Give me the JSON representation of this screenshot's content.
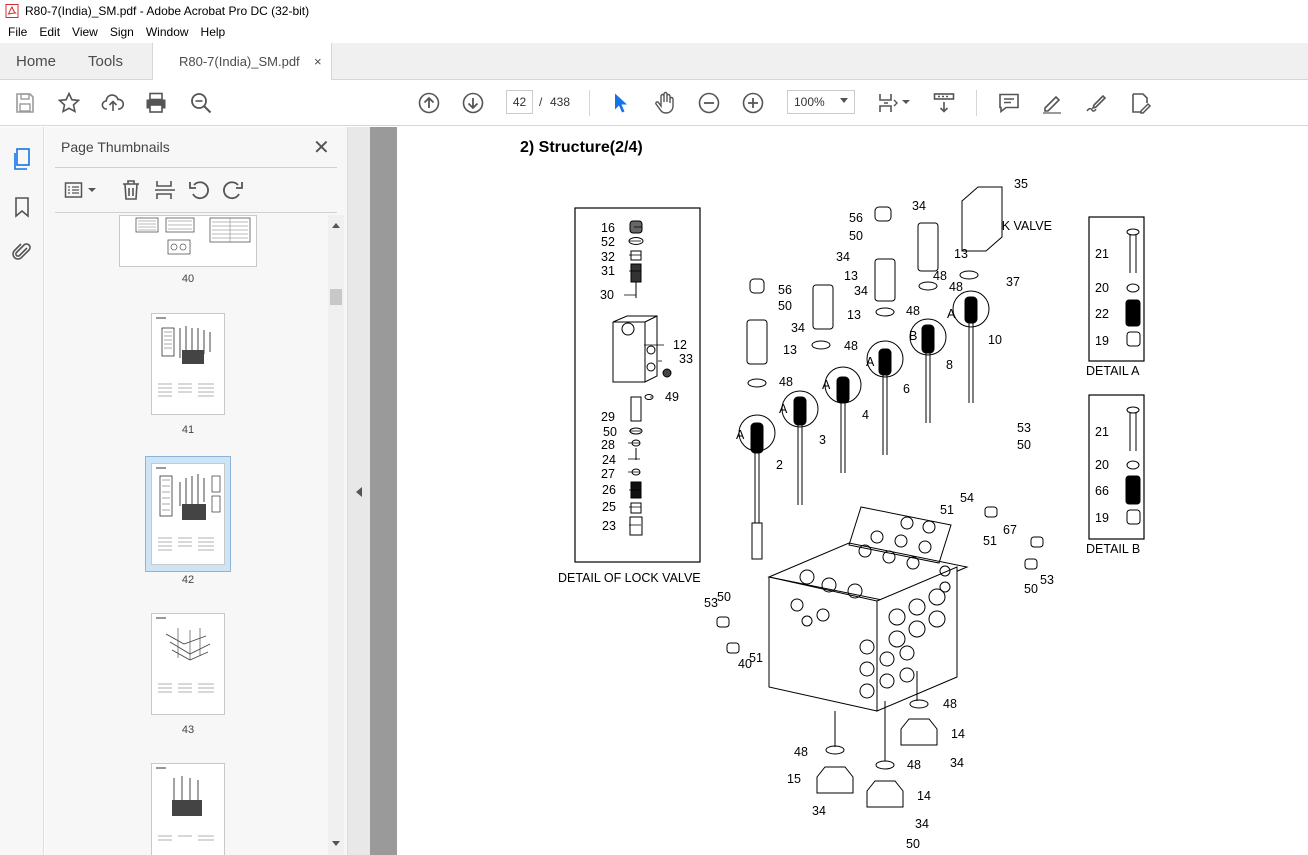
{
  "window": {
    "title": "R80-7(India)_SM.pdf - Adobe Acrobat Pro DC (32-bit)"
  },
  "menubar": {
    "items": [
      "File",
      "Edit",
      "View",
      "Sign",
      "Window",
      "Help"
    ]
  },
  "tabs": {
    "home": "Home",
    "tools": "Tools",
    "document": "R80-7(India)_SM.pdf",
    "close": "×"
  },
  "toolbar": {
    "page_current": "42",
    "page_sep": "/",
    "page_total": "438",
    "zoom": "100%"
  },
  "thumbnails": {
    "header": "Page Thumbnails",
    "close": "✕",
    "pages": [
      "40",
      "41",
      "42",
      "43"
    ],
    "selected": "42"
  },
  "document": {
    "heading": "2) Structure(2/4)",
    "detail_lock_valve": "DETAIL OF LOCK VALVE",
    "lock_valve": "LOCK VALVE",
    "detail_a": "DETAIL A",
    "detail_b": "DETAIL B",
    "lock_valve_parts": [
      "16",
      "52",
      "32",
      "31",
      "30",
      "12",
      "33",
      "49",
      "29",
      "50",
      "28",
      "24",
      "27",
      "26",
      "25",
      "23"
    ],
    "detail_a_parts": [
      "21",
      "20",
      "22",
      "19"
    ],
    "detail_b_parts": [
      "21",
      "20",
      "66",
      "19"
    ]
  },
  "colors": {
    "accent": "#1473e6",
    "tab_bg": "#f0f0f0",
    "doc_bg": "#9a9a9a"
  }
}
